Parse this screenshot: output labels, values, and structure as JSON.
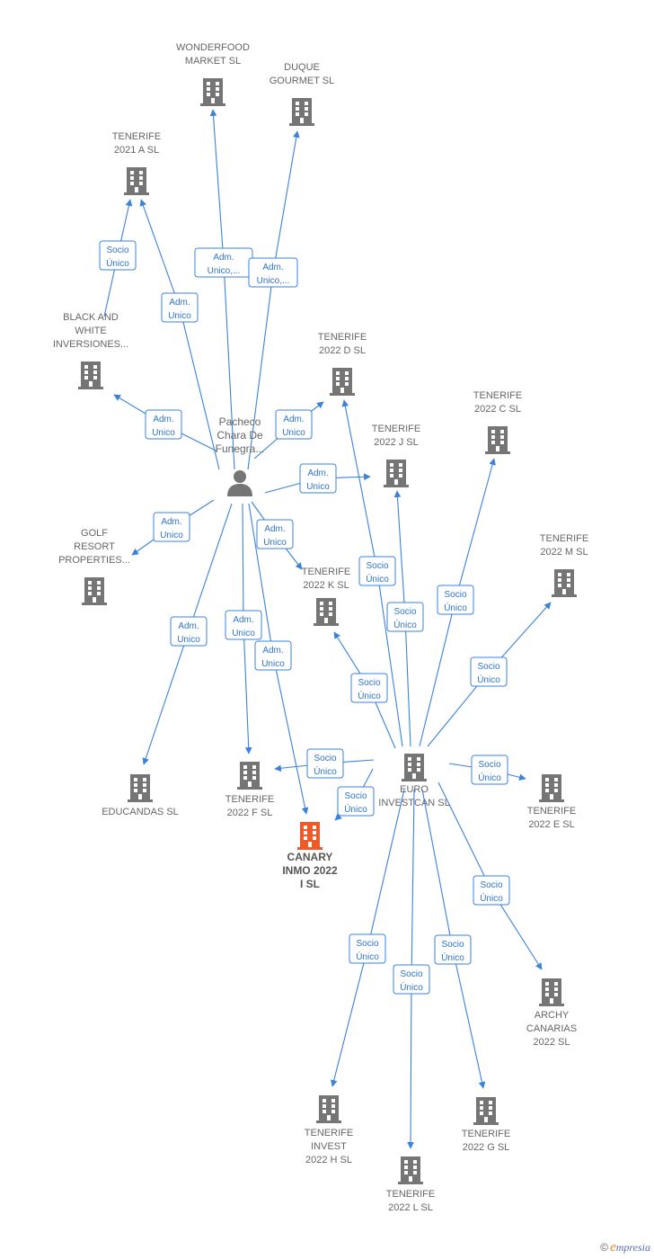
{
  "colors": {
    "edge": "#3b82d9",
    "building": "#757575",
    "highlight": "#f05a28",
    "label": "#666666"
  },
  "center_person": {
    "lines": [
      "Pacheco",
      "Chara De",
      "Funegra..."
    ],
    "icon": "person-icon"
  },
  "nodes": {
    "wonderfood": {
      "lines": [
        "WONDERFOOD",
        "MARKET  SL"
      ],
      "icon": "building-icon"
    },
    "duque": {
      "lines": [
        "DUQUE",
        "GOURMET  SL"
      ],
      "icon": "building-icon"
    },
    "ten2021a": {
      "lines": [
        "TENERIFE",
        "2021 A  SL"
      ],
      "icon": "building-icon"
    },
    "blackwhite": {
      "lines": [
        "BLACK AND",
        "WHITE",
        "INVERSIONES..."
      ],
      "icon": "building-icon"
    },
    "ten2022d": {
      "lines": [
        "TENERIFE",
        "2022 D  SL"
      ],
      "icon": "building-icon"
    },
    "ten2022c": {
      "lines": [
        "TENERIFE",
        "2022 C  SL"
      ],
      "icon": "building-icon"
    },
    "ten2022j": {
      "lines": [
        "TENERIFE",
        "2022 J  SL"
      ],
      "icon": "building-icon"
    },
    "golf": {
      "lines": [
        "GOLF",
        "RESORT",
        "PROPERTIES..."
      ],
      "icon": "building-icon"
    },
    "ten2022m": {
      "lines": [
        "TENERIFE",
        "2022 M  SL"
      ],
      "icon": "building-icon"
    },
    "ten2022k": {
      "lines": [
        "TENERIFE",
        "2022 K  SL"
      ],
      "icon": "building-icon"
    },
    "euro": {
      "lines": [
        "EURO",
        "INVESTCAN  SL"
      ],
      "icon": "building-icon"
    },
    "educandas": {
      "lines": [
        "EDUCANDAS SL"
      ],
      "icon": "building-icon"
    },
    "ten2022f": {
      "lines": [
        "TENERIFE",
        "2022 F  SL"
      ],
      "icon": "building-icon"
    },
    "canary": {
      "lines": [
        "CANARY",
        "INMO 2022",
        "I  SL"
      ],
      "icon": "building-icon",
      "highlight": true
    },
    "ten2022e": {
      "lines": [
        "TENERIFE",
        "2022 E  SL"
      ],
      "icon": "building-icon"
    },
    "archy": {
      "lines": [
        "ARCHY",
        "CANARIAS",
        "2022  SL"
      ],
      "icon": "building-icon"
    },
    "ten2022h": {
      "lines": [
        "TENERIFE",
        "INVEST",
        "2022 H  SL"
      ],
      "icon": "building-icon"
    },
    "ten2022g": {
      "lines": [
        "TENERIFE",
        "2022 G  SL"
      ],
      "icon": "building-icon"
    },
    "ten2022l": {
      "lines": [
        "TENERIFE",
        "2022 L  SL"
      ],
      "icon": "building-icon"
    }
  },
  "edges": [
    {
      "from": "person",
      "to": "wonderfood",
      "label": [
        "Adm.",
        "Unico,..."
      ]
    },
    {
      "from": "person",
      "to": "duque",
      "label": [
        "Adm.",
        "Unico,..."
      ]
    },
    {
      "from": "person",
      "to": "ten2021a",
      "label": [
        "Adm.",
        "Unico"
      ]
    },
    {
      "from": "blackwhite",
      "to": "ten2021a",
      "label": [
        "Socio",
        "Único"
      ]
    },
    {
      "from": "person",
      "to": "blackwhite",
      "label": [
        "Adm.",
        "Unico"
      ]
    },
    {
      "from": "person",
      "to": "ten2022d",
      "label": [
        "Adm.",
        "Unico"
      ]
    },
    {
      "from": "person",
      "to": "ten2022j",
      "label": [
        "Adm.",
        "Unico"
      ]
    },
    {
      "from": "person",
      "to": "golf",
      "label": [
        "Adm.",
        "Unico"
      ]
    },
    {
      "from": "person",
      "to": "ten2022k",
      "label": [
        "Adm.",
        "Unico"
      ]
    },
    {
      "from": "person",
      "to": "educandas",
      "label": [
        "Adm.",
        "Unico"
      ]
    },
    {
      "from": "person",
      "to": "ten2022f",
      "label": [
        "Adm.",
        "Unico"
      ]
    },
    {
      "from": "person",
      "to": "canary",
      "label": [
        "Adm.",
        "Unico"
      ]
    },
    {
      "from": "euro",
      "to": "ten2022d",
      "label": [
        "Socio",
        "Único"
      ]
    },
    {
      "from": "euro",
      "to": "ten2022j",
      "label": [
        "Socio",
        "Único"
      ]
    },
    {
      "from": "euro",
      "to": "ten2022c",
      "label": [
        "Socio",
        "Único"
      ]
    },
    {
      "from": "euro",
      "to": "ten2022m",
      "label": [
        "Socio",
        "Único"
      ]
    },
    {
      "from": "euro",
      "to": "ten2022k",
      "label": [
        "Socio",
        "Único"
      ]
    },
    {
      "from": "euro",
      "to": "ten2022f",
      "label": [
        "Socio",
        "Único"
      ]
    },
    {
      "from": "euro",
      "to": "canary",
      "label": [
        "Socio",
        "Único"
      ]
    },
    {
      "from": "euro",
      "to": "ten2022e",
      "label": [
        "Socio",
        "Único"
      ]
    },
    {
      "from": "euro",
      "to": "archy",
      "label": [
        "Socio",
        "Único"
      ]
    },
    {
      "from": "euro",
      "to": "ten2022h",
      "label": [
        "Socio",
        "Único"
      ]
    },
    {
      "from": "euro",
      "to": "ten2022g",
      "label": [
        "Socio",
        "Único"
      ]
    },
    {
      "from": "euro",
      "to": "ten2022l",
      "label": [
        "Socio",
        "Único"
      ]
    }
  ],
  "brand": {
    "copyright": "©",
    "initial": "e",
    "rest": "mpresia"
  }
}
